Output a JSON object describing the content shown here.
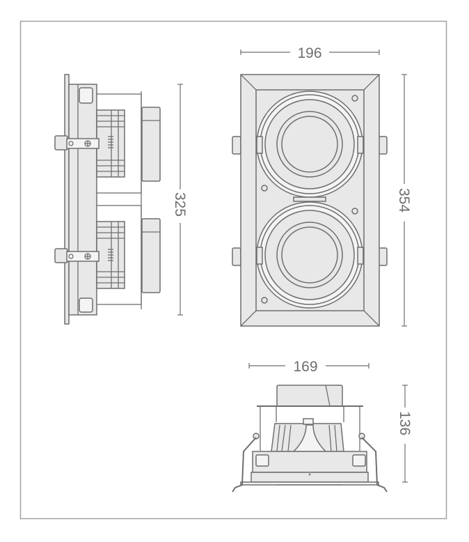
{
  "drawing": {
    "title": "Recessed double spotlight technical drawing",
    "units": "mm",
    "colors": {
      "line": "#6e6e6e",
      "fill": "#e8e8e8",
      "frame": "#a0a0a0"
    },
    "dimensions": {
      "front_width": "196",
      "front_height": "354",
      "side_height": "325",
      "cutout_width": "169",
      "depth": "136"
    }
  }
}
